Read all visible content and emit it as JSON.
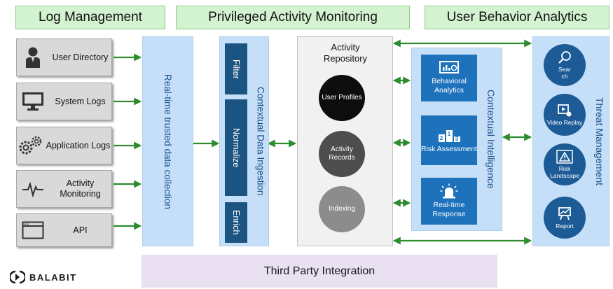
{
  "headers": {
    "log_management": "Log Management",
    "privileged_activity": "Privileged Activity Monitoring",
    "user_behavior": "User Behavior Analytics"
  },
  "sources": [
    {
      "label": "User Directory",
      "icon": "user-icon"
    },
    {
      "label": "System Logs",
      "icon": "monitor-icon"
    },
    {
      "label": "Application Logs",
      "icon": "gears-icon"
    },
    {
      "label": "Activity Monitoring",
      "icon": "pulse-icon"
    },
    {
      "label": "API",
      "icon": "window-icon"
    }
  ],
  "collection_label": "Real-time trusted data collection",
  "ingestion": {
    "title": "Contextual  Data Ingestion",
    "steps": [
      "Filter",
      "Normalize",
      "Enrich"
    ]
  },
  "repository": {
    "title": "Activity Repository",
    "items": [
      "User Profiles",
      "Activity Records",
      "Indexing"
    ]
  },
  "intelligence": {
    "title": "Contextual Intelligence",
    "items": [
      {
        "label": "Behavioral Analytics",
        "icon": "dashboard-icon"
      },
      {
        "label": "Risk Assessment",
        "icon": "podium-icon",
        "icon_text": [
          "1",
          "2",
          "3"
        ]
      },
      {
        "label": "Real-time Response",
        "icon": "alarm-icon"
      }
    ]
  },
  "threat": {
    "title": "Threat Management",
    "items": [
      {
        "label": "Search",
        "icon": "search-icon"
      },
      {
        "label": "Video Replay",
        "icon": "video-icon"
      },
      {
        "label": "Risk Landscape",
        "icon": "warning-icon"
      },
      {
        "label": "Report",
        "icon": "chart-board-icon"
      }
    ]
  },
  "third_party": "Third Party Integration",
  "logo": "BALABIT",
  "colors": {
    "header_green": "#d3f2cf",
    "light_blue": "#c5dff8",
    "navy": "#1c5481",
    "mid_blue": "#1e72bc",
    "arrow_green": "#2e8b2e",
    "purple": "#e9e0f2"
  }
}
